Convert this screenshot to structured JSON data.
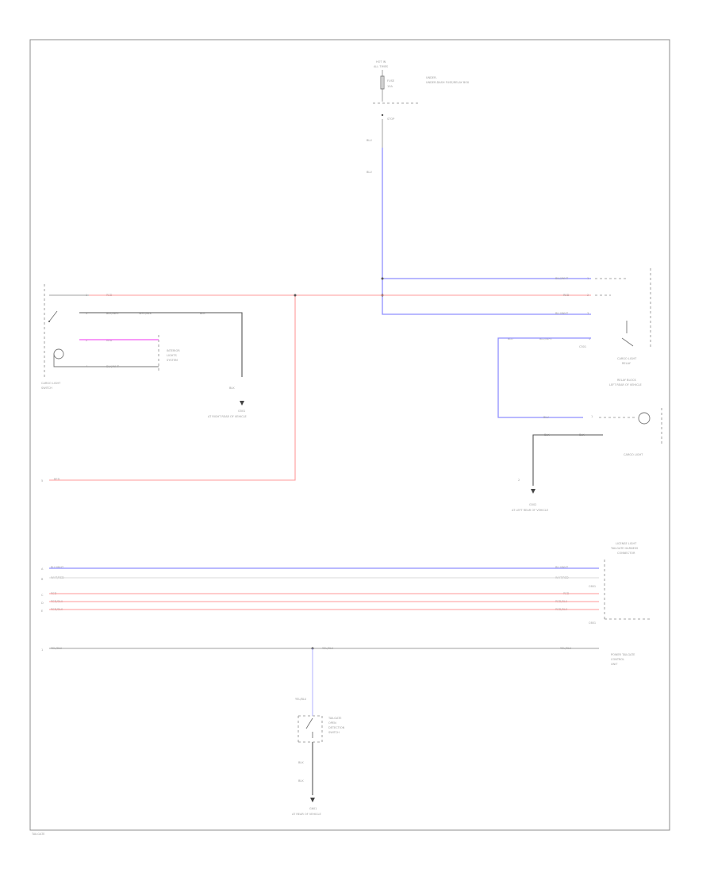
{
  "colors": {
    "frame": "#8c8c8c",
    "black_wire": "#555555",
    "red_wire": "#ff9a9a",
    "blue_wire": "#8f8fff",
    "magenta_wire": "#f35cf3",
    "text": "#8a8a8a"
  },
  "top_supply": {
    "source_line1": "HOT IN",
    "source_line2": "ALL TIMES",
    "fuse_label": "FUSE",
    "fuse_amp": "10A",
    "fuse_desc": "UNDER-DASH FUSE/RELAY BOX",
    "stop_label": "STOP",
    "conn1": "BLU",
    "conn2": "BLU",
    "wire": "BLU"
  },
  "left_switch": {
    "name_line1": "CARGO LIGHT",
    "name_line2": "SWITCH",
    "pin1": "1",
    "pin2": "3",
    "pin3": "2",
    "pin4": "4",
    "wire_red": "RED",
    "wire_blk_1": "BLK/WHT",
    "wire_blk_2": "WHT/BLK",
    "wire_blk_3": "BLK",
    "wire_mag": "RED",
    "wire_blk_4": "BLK/WHT",
    "ground_wire": "BLK",
    "ground_name": "G501",
    "ground_desc": "AT RIGHT REAR OF VEHICLE",
    "system_line1": "INTERIOR",
    "system_line2": "LIGHTS",
    "system_line3": "SYSTEM",
    "lower_wire": "RED",
    "lower_pin": "5"
  },
  "right_relay": {
    "wire1": "BLU/WHT",
    "wire2": "RED",
    "wire3": "BLU/WHT",
    "wire4": "BLU",
    "wire5": "BLU/WHT",
    "pin1": "1",
    "pin2": "2",
    "pin3": "3",
    "pin4": "4",
    "connector": "C501",
    "relay_line1": "CARGO LIGHT",
    "relay_line2": "RELAY",
    "relay_name": "RELAY BLOCK",
    "relay_loc": "LEFT REAR OF VEHICLE"
  },
  "cargo_light": {
    "name": "CARGO LIGHT",
    "wire_in": "BLU",
    "wire_gnd": "BLK",
    "pin_in": "1",
    "pin_gnd": "2",
    "ground_name": "G502",
    "ground_desc": "AT LEFT REAR OF VEHICLE",
    "conn": "BLK"
  },
  "bus": {
    "module_line1": "LICENSE LIGHT",
    "module_line2": "TAILGATE HARNESS",
    "module_line3": "CONNECTOR",
    "wire_blu": "BLU/WHT",
    "wire_wht": "WHT/RED",
    "wire_red1": "RED",
    "wire_red2": "RED/BLU",
    "wire_red3": "RED/BLK",
    "pin_a": "A",
    "pin_b": "B",
    "pin_c": "C",
    "pin_d": "D",
    "pin_e": "E",
    "connector": "C601"
  },
  "lower": {
    "wire": "YEL/BLU",
    "wire_mid": "YEL/BLU",
    "wire_right": "YEL/BLU",
    "dest_line1": "POWER TAILGATE",
    "dest_line2": "CONTROL",
    "dest_line3": "UNIT",
    "branch_wire": "YEL/BLU",
    "switch_line1": "TAILGATE",
    "switch_line2": "OPEN",
    "switch_line3": "DETECTION",
    "switch_line4": "SWITCH",
    "gnd_wire": "BLK",
    "ground_name": "G601",
    "ground_desc": "AT REAR OF VEHICLE",
    "pin": "1"
  },
  "footer": {
    "page_code": "TAILGATE"
  }
}
